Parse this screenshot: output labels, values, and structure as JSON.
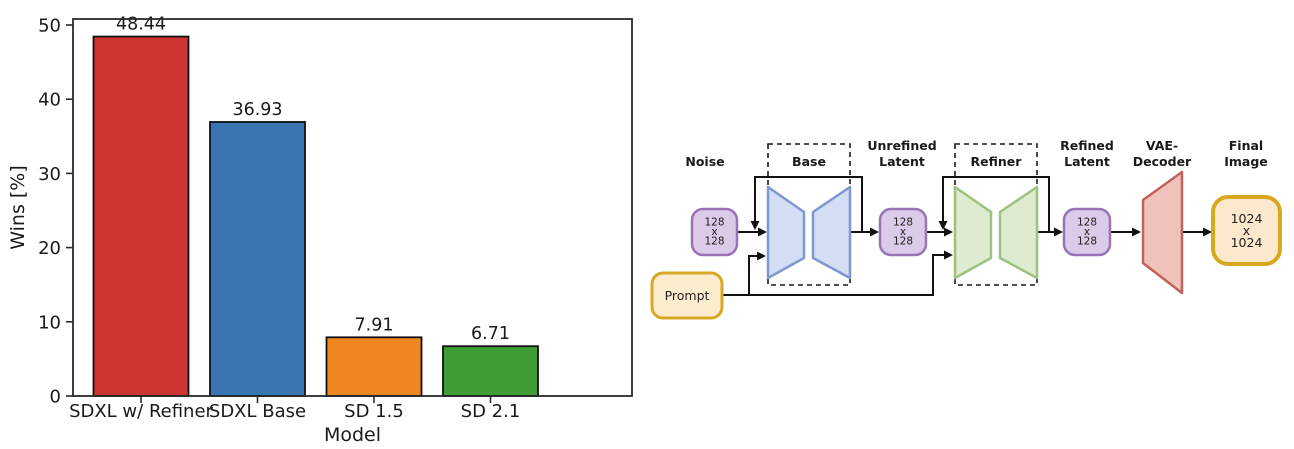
{
  "chart_data": {
    "type": "bar",
    "title": "",
    "xlabel": "Model",
    "ylabel": "Wins [%]",
    "categories": [
      "SDXL w/ Refiner",
      "SDXL Base",
      "SD 1.5",
      "SD 2.1"
    ],
    "values": [
      48.44,
      36.93,
      7.91,
      6.71
    ],
    "value_labels": [
      "48.44",
      "36.93",
      "7.91",
      "6.71"
    ],
    "colors": [
      "#ce3432",
      "#3874b2",
      "#f0861f",
      "#3e9d35"
    ],
    "bar_edge_color": "#111111",
    "yticks": [
      0,
      10,
      20,
      30,
      40,
      50
    ],
    "ylim": [
      0,
      50.8
    ],
    "grid": false,
    "legend": null
  },
  "diagram": {
    "labels": {
      "noise": "Noise",
      "base": "Base",
      "unrefined_latent": [
        "Unrefined",
        "Latent"
      ],
      "refiner": "Refiner",
      "refined_latent": [
        "Refined",
        "Latent"
      ],
      "vae_decoder": [
        "VAE-",
        "Decoder"
      ],
      "final_image": [
        "Final",
        "Image"
      ],
      "prompt": "Prompt"
    },
    "latent_size": [
      "128",
      "x",
      "128"
    ],
    "final_size": [
      "1024",
      "x",
      "1024"
    ],
    "colors": {
      "latent_fill": "#dccbe8",
      "latent_stroke": "#9873b6",
      "prompt_fill": "#fdecce",
      "prompt_stroke": "#d8a825",
      "base_fill": "#d3ddf4",
      "base_stroke": "#7e97cf",
      "refiner_fill": "#ddebd1",
      "refiner_stroke": "#9dc27e",
      "vae_fill": "#efc2bb",
      "vae_stroke": "#c0635a",
      "final_fill": "#fbe8cd",
      "final_stroke": "#d8a820",
      "arrow": "#111111"
    }
  }
}
